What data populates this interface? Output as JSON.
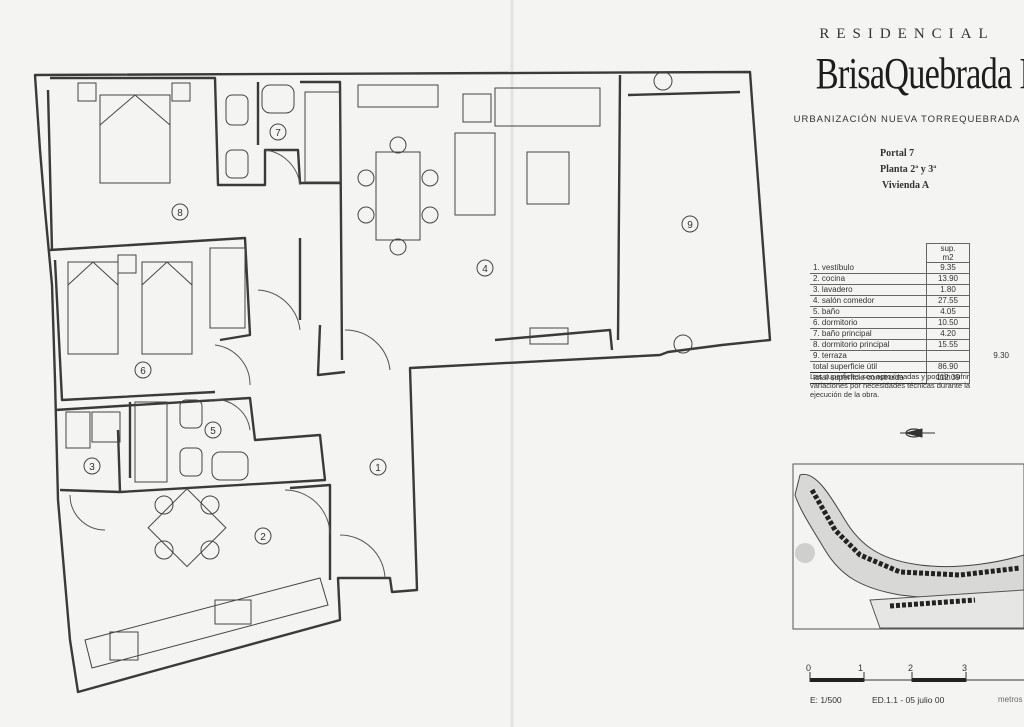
{
  "header": {
    "residencial": "RESIDENCIAL",
    "name": "BrisaQuebrada I",
    "urbanizacion": "URBANIZACIÓN NUEVA TORREQUEBRADA",
    "portal": "Portal 7",
    "planta": "Planta 2ª y 3ª",
    "vivienda": "Vivienda A"
  },
  "areas": {
    "head_unit_top": "sup.",
    "head_unit_bottom": "m2",
    "rows": [
      {
        "label": "1. vestíbulo",
        "value": "9.35"
      },
      {
        "label": "2. cocina",
        "value": "13.90"
      },
      {
        "label": "3. lavadero",
        "value": "1.80"
      },
      {
        "label": "4. salón comedor",
        "value": "27.55"
      },
      {
        "label": "5. baño",
        "value": "4.05"
      },
      {
        "label": "6. dormitorio",
        "value": "10.50"
      },
      {
        "label": "7. baño principal",
        "value": "4.20"
      },
      {
        "label": "8. dormitorio principal",
        "value": "15.55"
      },
      {
        "label": "9. terraza",
        "value": "",
        "extra": "9.30"
      }
    ],
    "total_util": {
      "label": "total superficie útil",
      "value": "86.90"
    },
    "total_construida": {
      "label": "total superficie construida",
      "value": "112.09"
    },
    "note": "Las superficies son aproximadas y podrán sufrir variaciones por necesidades técnicas durante la ejecución de la obra."
  },
  "rooms": {
    "r1": "1",
    "r2": "2",
    "r3": "3",
    "r4": "4",
    "r5": "5",
    "r6": "6",
    "r7": "7",
    "r8": "8",
    "r9": "9"
  },
  "footer": {
    "scale": "E: 1/500",
    "edition": "ED.1.1 - 05 julio 00",
    "unit": "metros",
    "ticks": [
      "0",
      "1",
      "2",
      "3"
    ]
  },
  "colors": {
    "paper": "#f4f4f2",
    "ink": "#333333",
    "wall": "#3a3a3a"
  }
}
